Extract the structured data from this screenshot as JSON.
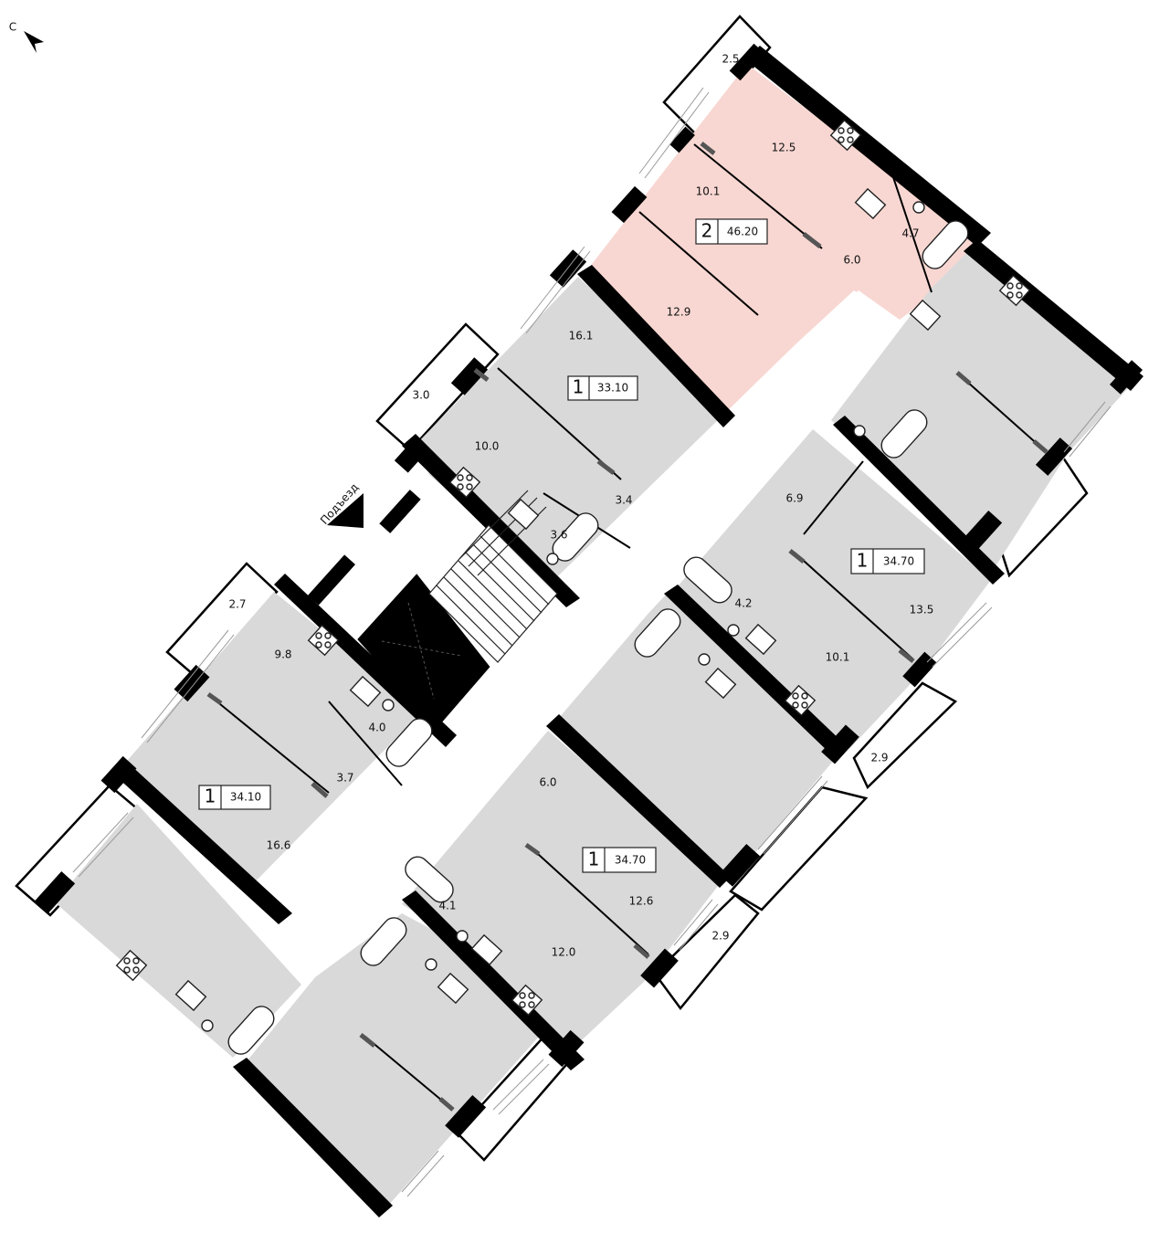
{
  "compass": {
    "label": "С"
  },
  "entrance": {
    "label": "Подъезд"
  },
  "apartments": [
    {
      "id": "apt-2-46",
      "rooms": "2",
      "area": "46.20",
      "highlighted": true
    },
    {
      "id": "apt-1-33",
      "rooms": "1",
      "area": "33.10",
      "highlighted": false
    },
    {
      "id": "apt-1-34-10",
      "rooms": "1",
      "area": "34.10",
      "highlighted": false
    },
    {
      "id": "apt-1-34-70-east",
      "rooms": "1",
      "area": "34.70",
      "highlighted": false
    },
    {
      "id": "apt-1-34-70-south",
      "rooms": "1",
      "area": "34.70",
      "highlighted": false
    }
  ],
  "room_areas": [
    "12.5",
    "10.1",
    "4.7",
    "6.0",
    "12.9",
    "16.1",
    "10.0",
    "3.4",
    "3.6",
    "9.8",
    "4.0",
    "3.7",
    "16.6",
    "6.9",
    "4.2",
    "10.1",
    "13.5",
    "6.0",
    "4.1",
    "12.6",
    "12.0"
  ],
  "balcony_areas": [
    "2.5",
    "3.0",
    "2.7",
    "2.9",
    "2.9"
  ],
  "colors": {
    "highlight": "#f8d7d2",
    "room": "#d9d9d9",
    "wall": "#000000"
  }
}
